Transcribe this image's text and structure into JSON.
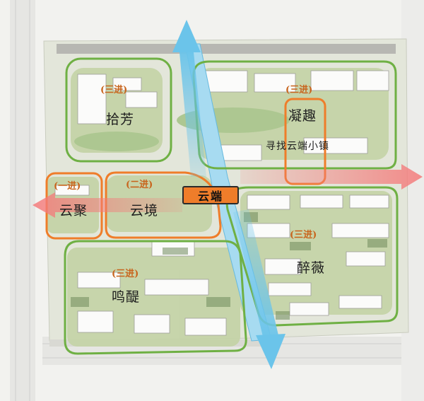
{
  "colors": {
    "zone_outline": "#6fb044",
    "axis_outline": "#ef7d2a",
    "axis_fill": "#f3a365",
    "phase_text": "#c8641c",
    "river": "#6bc4ea",
    "badge_fill": "#ef7d2a"
  },
  "axis": {
    "label": "云端"
  },
  "zones": [
    {
      "phase": "(三进)",
      "name": "拾芳"
    },
    {
      "phase": "(三进)",
      "name": "凝趣",
      "subtitle": "寻找云端小镇"
    },
    {
      "phase": "(一进)",
      "name": "云聚"
    },
    {
      "phase": "(二进)",
      "name": "云境"
    },
    {
      "phase": "(三进)",
      "name": "醉薇"
    },
    {
      "phase": "(三进)",
      "name": "鸣醍"
    }
  ]
}
